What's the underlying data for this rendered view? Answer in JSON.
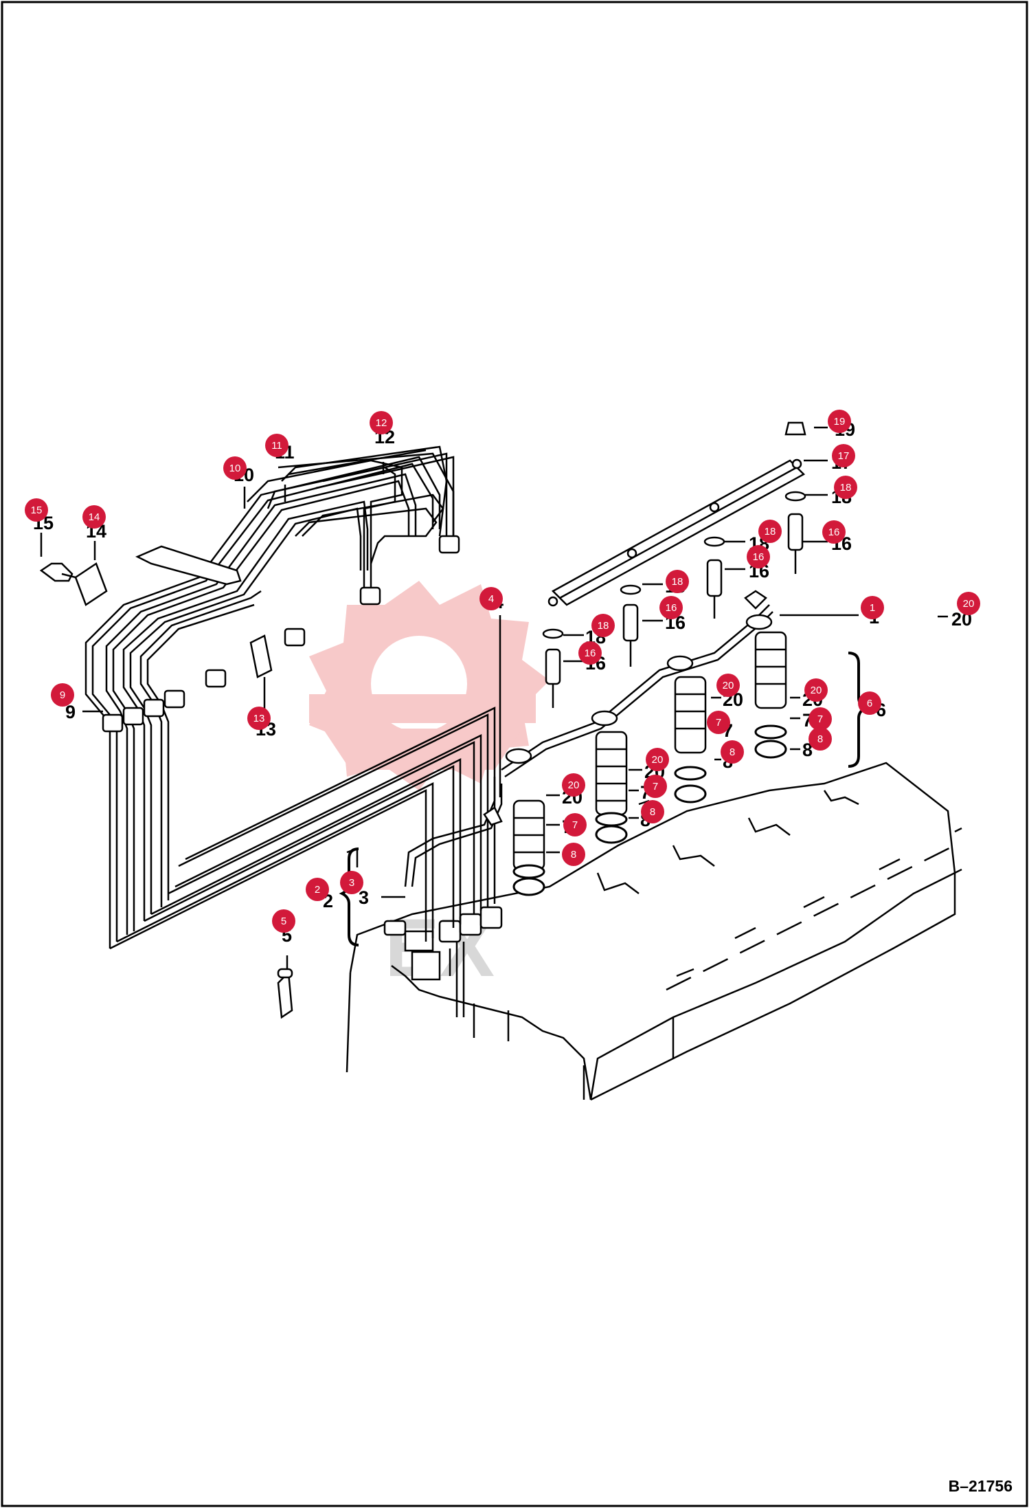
{
  "drawing_number": "B–21756",
  "watermark_text": "EX",
  "colors": {
    "callout": "#d2193a",
    "line": "#000000",
    "watermark_text": "#d8d8d8",
    "watermark_logo": "#f7c9c9"
  },
  "callouts": [
    {
      "id": "c19",
      "num": "19",
      "label": "19"
    },
    {
      "id": "c17",
      "num": "17",
      "label": "17"
    },
    {
      "id": "c18a",
      "num": "18",
      "label": "18"
    },
    {
      "id": "c16a",
      "num": "16",
      "label": "16"
    },
    {
      "id": "c18b",
      "num": "18",
      "label": "18"
    },
    {
      "id": "c16b",
      "num": "16",
      "label": "16"
    },
    {
      "id": "c18c",
      "num": "18",
      "label": "18"
    },
    {
      "id": "c16c",
      "num": "16",
      "label": "16"
    },
    {
      "id": "c18d",
      "num": "18",
      "label": "18"
    },
    {
      "id": "c16d",
      "num": "16",
      "label": "16"
    },
    {
      "id": "c1",
      "num": "1",
      "label": "1"
    },
    {
      "id": "c20a",
      "num": "20",
      "label": "20"
    },
    {
      "id": "c20b",
      "num": "20",
      "label": "20"
    },
    {
      "id": "c7a",
      "num": "7",
      "label": "7"
    },
    {
      "id": "c8a",
      "num": "8",
      "label": "8"
    },
    {
      "id": "c6",
      "num": "6",
      "label": "6"
    },
    {
      "id": "c20c",
      "num": "20",
      "label": "20"
    },
    {
      "id": "c7b",
      "num": "7",
      "label": "7"
    },
    {
      "id": "c8b",
      "num": "8",
      "label": "8"
    },
    {
      "id": "c20d",
      "num": "20",
      "label": "20"
    },
    {
      "id": "c7c",
      "num": "7",
      "label": "7"
    },
    {
      "id": "c8c",
      "num": "8",
      "label": "8"
    },
    {
      "id": "c20e",
      "num": "20",
      "label": "20"
    },
    {
      "id": "c7d",
      "num": "7",
      "label": "7"
    },
    {
      "id": "c8d",
      "num": "8",
      "label": "8"
    },
    {
      "id": "c4",
      "num": "4",
      "label": "4"
    },
    {
      "id": "c12",
      "num": "12",
      "label": "12"
    },
    {
      "id": "c11",
      "num": "11",
      "label": "11"
    },
    {
      "id": "c10",
      "num": "10",
      "label": "10"
    },
    {
      "id": "c15",
      "num": "15",
      "label": "15"
    },
    {
      "id": "c14",
      "num": "14",
      "label": "14"
    },
    {
      "id": "c9",
      "num": "9",
      "label": "9"
    },
    {
      "id": "c13",
      "num": "13",
      "label": "13"
    },
    {
      "id": "c2",
      "num": "2",
      "label": "2"
    },
    {
      "id": "c3",
      "num": "3",
      "label": "3"
    },
    {
      "id": "c5",
      "num": "5",
      "label": "5"
    }
  ]
}
